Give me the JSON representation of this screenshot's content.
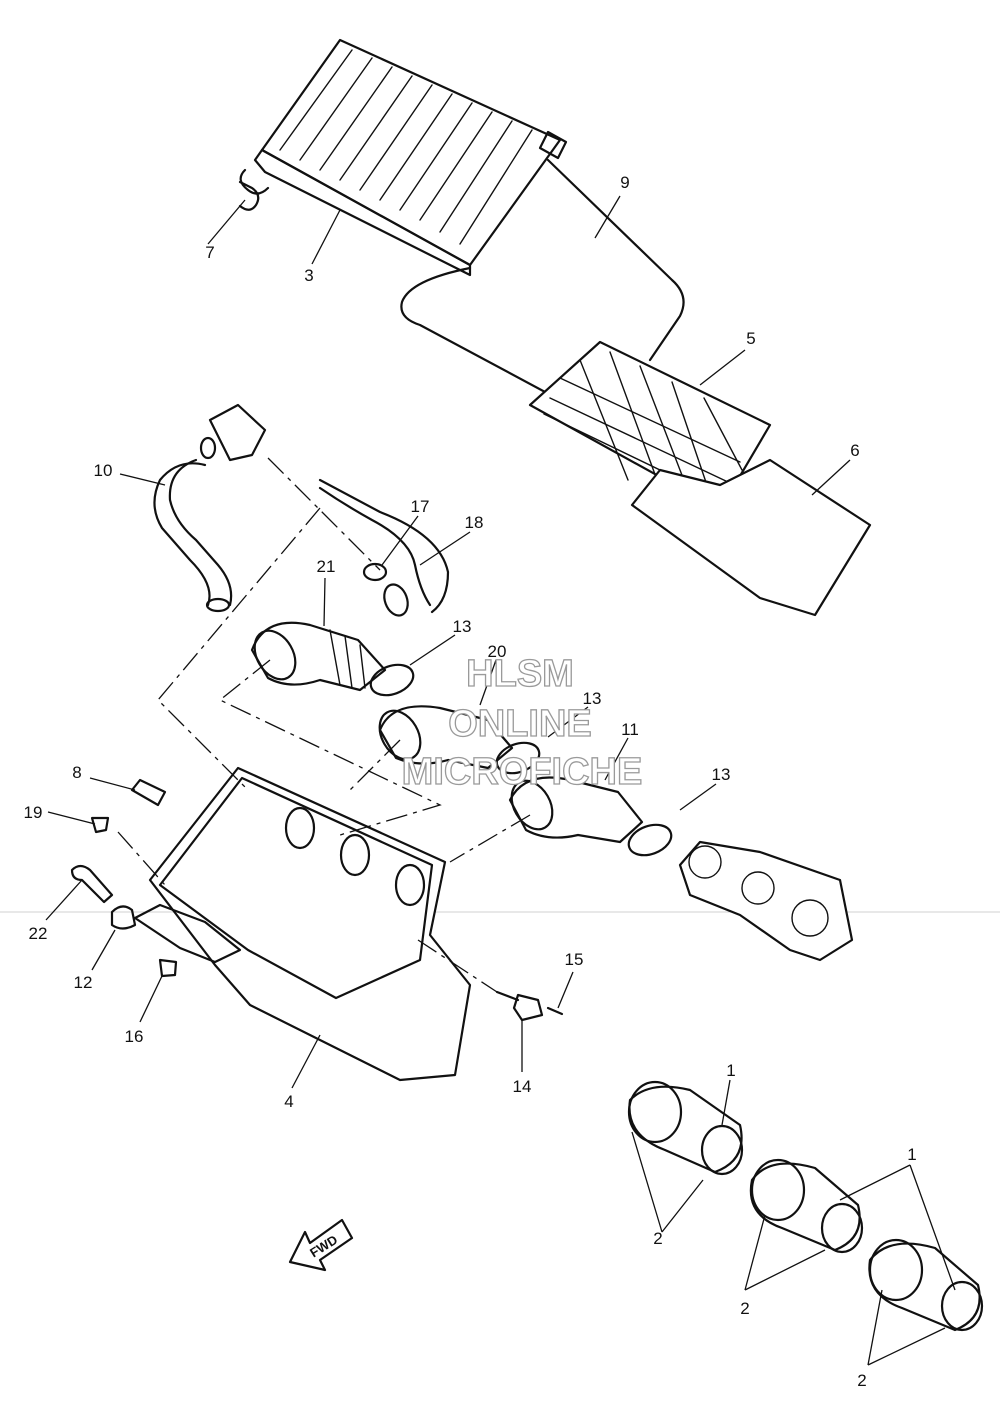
{
  "watermark": {
    "line1": "HLSM",
    "line2": "ONLINE",
    "line3": "MICROFICHE"
  },
  "direction_marker": "FWD",
  "callouts": {
    "c1a": "1",
    "c1b": "1",
    "c2a": "2",
    "c2b": "2",
    "c2c": "2",
    "c3": "3",
    "c4": "4",
    "c5": "5",
    "c6": "6",
    "c7": "7",
    "c8": "8",
    "c9": "9",
    "c10": "10",
    "c11": "11",
    "c12": "12",
    "c13a": "13",
    "c13b": "13",
    "c13c": "13",
    "c14": "14",
    "c15": "15",
    "c16": "16",
    "c17": "17",
    "c18": "18",
    "c19": "19",
    "c20": "20",
    "c21": "21",
    "c22": "22"
  }
}
